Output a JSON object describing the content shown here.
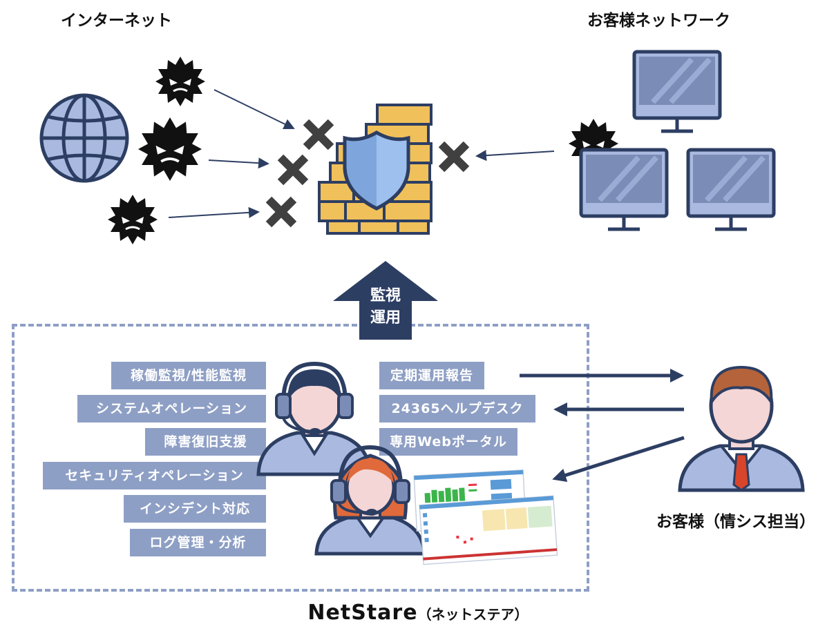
{
  "headings": {
    "internet": "インターネット",
    "customer_network": "お客様ネットワーク",
    "customer": "お客様（情シス担当）"
  },
  "monitor_arrow_label": [
    "監視",
    "運用"
  ],
  "left_services": [
    "稼働監視/性能監視",
    "システムオペレーション",
    "障害復旧支援",
    "セキュリティオペレーション",
    "インシデント対応",
    "ログ管理・分析"
  ],
  "right_services": [
    "定期運用報告",
    "24365ヘルプデスク",
    "専用Webポータル"
  ],
  "footer": {
    "brand": "NetStare",
    "reading": "（ネットステア）"
  },
  "colors": {
    "service_box": "#8e9fc5",
    "arrow": "#2d3e63",
    "shield": "#7fa6dc",
    "firewall": "#f0c05a",
    "monitor_screen": "#7b8db6"
  },
  "icons": [
    "globe-icon",
    "virus-icon",
    "block-x-icon",
    "firewall-icon",
    "shield-icon",
    "monitor-icon",
    "operator-icon",
    "customer-icon",
    "portal-screenshot-icon"
  ]
}
